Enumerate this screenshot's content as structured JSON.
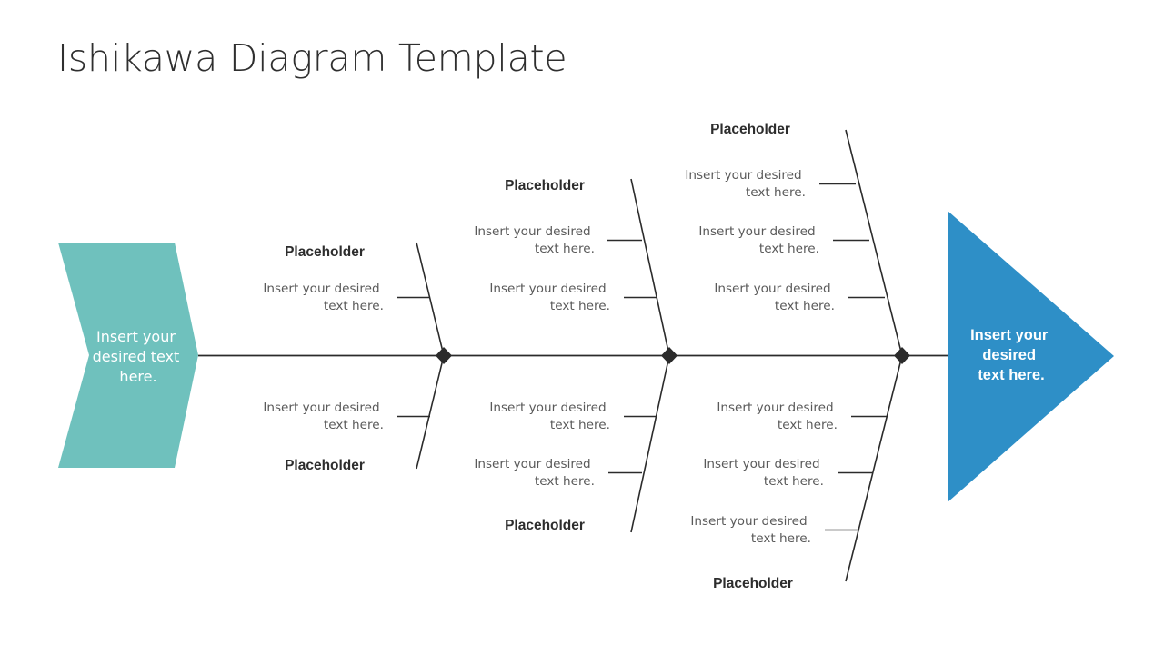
{
  "slide": {
    "title": "Ishikawa Diagram Template",
    "background_color": "#ffffff"
  },
  "colors": {
    "head_fill": "#6fc1bd",
    "effect_fill": "#2e8fc7",
    "line": "#2b2b2b",
    "title_text": "#2f2f2f",
    "category_text": "#2d2d2d",
    "item_text": "#5a5a5a",
    "shape_text": "#ffffff"
  },
  "head": {
    "name": "problem-statement",
    "lines": [
      "Insert your",
      "desired text",
      "here."
    ]
  },
  "effect": {
    "name": "effect-statement",
    "lines": [
      "Insert your",
      "desired",
      "text here."
    ]
  },
  "branches": [
    {
      "id": "upper-1",
      "side": "upper",
      "index": 1,
      "label": "Placeholder",
      "items": [
        {
          "lines": [
            "Insert your desired",
            "text here."
          ]
        }
      ]
    },
    {
      "id": "upper-2",
      "side": "upper",
      "index": 2,
      "label": "Placeholder",
      "items": [
        {
          "lines": [
            "Insert your desired",
            "text here."
          ]
        },
        {
          "lines": [
            "Insert your desired",
            "text here."
          ]
        }
      ]
    },
    {
      "id": "upper-3",
      "side": "upper",
      "index": 3,
      "label": "Placeholder",
      "items": [
        {
          "lines": [
            "Insert your desired",
            "text here."
          ]
        },
        {
          "lines": [
            "Insert your desired",
            "text here."
          ]
        },
        {
          "lines": [
            "Insert your desired",
            "text here."
          ]
        }
      ]
    },
    {
      "id": "lower-1",
      "side": "lower",
      "index": 1,
      "label": "Placeholder",
      "items": [
        {
          "lines": [
            "Insert your desired",
            "text here."
          ]
        }
      ]
    },
    {
      "id": "lower-2",
      "side": "lower",
      "index": 2,
      "label": "Placeholder",
      "items": [
        {
          "lines": [
            "Insert your desired",
            "text here."
          ]
        },
        {
          "lines": [
            "Insert your desired",
            "text here."
          ]
        }
      ]
    },
    {
      "id": "lower-3",
      "side": "lower",
      "index": 3,
      "label": "Placeholder",
      "items": [
        {
          "lines": [
            "Insert your desired",
            "text here."
          ]
        },
        {
          "lines": [
            "Insert your desired",
            "text here."
          ]
        },
        {
          "lines": [
            "Insert your desired",
            "text here."
          ]
        }
      ]
    }
  ],
  "labels": {
    "upper_1": "Placeholder",
    "upper_2": "Placeholder",
    "upper_3": "Placeholder",
    "lower_1": "Placeholder",
    "lower_2": "Placeholder",
    "lower_3": "Placeholder"
  },
  "item_text": {
    "line1": "Insert your desired",
    "line2": "text here."
  },
  "head_text": {
    "line1": "Insert your",
    "line2": "desired text",
    "line3": "here."
  },
  "effect_text": {
    "line1": "Insert your",
    "line2": "desired",
    "line3": "text here."
  }
}
